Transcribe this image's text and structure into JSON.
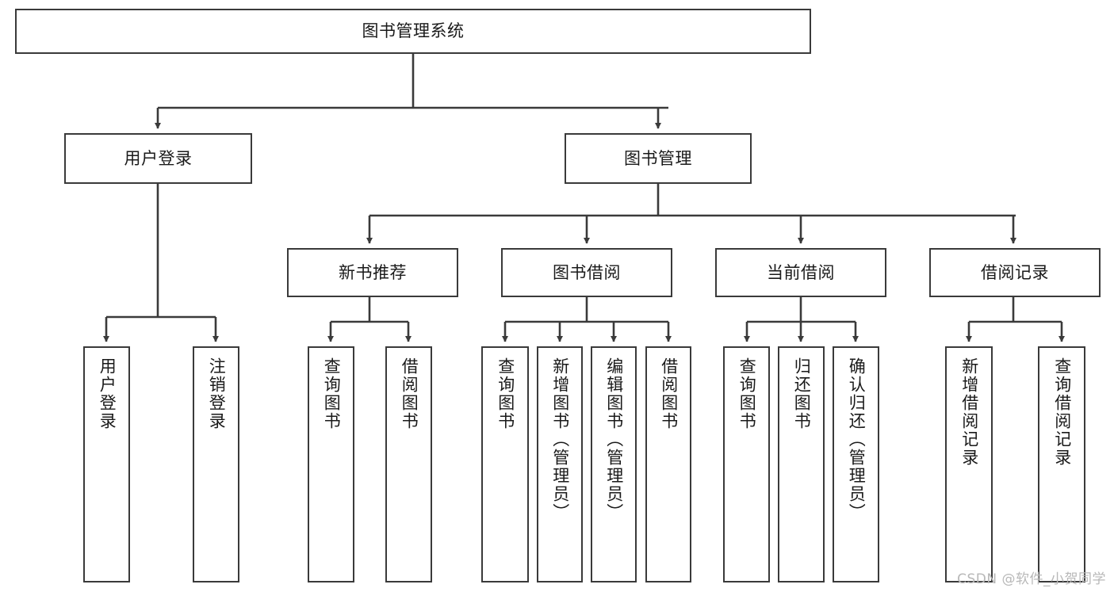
{
  "diagram": {
    "type": "tree-hierarchy",
    "orientation": "top-down",
    "root": {
      "id": "root",
      "label": "图书管理系统"
    },
    "level2": [
      {
        "id": "user-login",
        "label": "用户登录"
      },
      {
        "id": "book-manage",
        "label": "图书管理"
      }
    ],
    "level3": [
      {
        "id": "new-book-recommend",
        "label": "新书推荐"
      },
      {
        "id": "book-borrow",
        "label": "图书借阅"
      },
      {
        "id": "current-borrow",
        "label": "当前借阅"
      },
      {
        "id": "borrow-record",
        "label": "借阅记录"
      }
    ],
    "leaves": [
      {
        "id": "leaf-user-login",
        "label": "用户登录",
        "parent": "user-login"
      },
      {
        "id": "leaf-logout-login",
        "label": "注销登录",
        "parent": "user-login"
      },
      {
        "id": "leaf-query-book-1",
        "label": "查询图书",
        "parent": "new-book-recommend"
      },
      {
        "id": "leaf-borrow-book-1",
        "label": "借阅图书",
        "parent": "new-book-recommend"
      },
      {
        "id": "leaf-query-book-2",
        "label": "查询图书",
        "parent": "book-borrow"
      },
      {
        "id": "leaf-add-book",
        "label": "新增图书（管理员）",
        "parent": "book-borrow"
      },
      {
        "id": "leaf-edit-book",
        "label": "编辑图书（管理员）",
        "parent": "book-borrow"
      },
      {
        "id": "leaf-borrow-book-2",
        "label": "借阅图书",
        "parent": "book-borrow"
      },
      {
        "id": "leaf-query-book-3",
        "label": "查询图书",
        "parent": "current-borrow"
      },
      {
        "id": "leaf-return-book",
        "label": "归还图书",
        "parent": "current-borrow"
      },
      {
        "id": "leaf-confirm-return",
        "label": "确认归还（管理员）",
        "parent": "current-borrow"
      },
      {
        "id": "leaf-add-record",
        "label": "新增借阅记录",
        "parent": "borrow-record"
      },
      {
        "id": "leaf-query-record",
        "label": "查询借阅记录",
        "parent": "borrow-record"
      }
    ]
  },
  "watermark": {
    "text": "CSDN @软件_小贺同学"
  },
  "colors": {
    "stroke": "#3a3a3a",
    "fill": "#ffffff",
    "text": "#1a1a1a",
    "watermark": "#b8b8b8"
  }
}
